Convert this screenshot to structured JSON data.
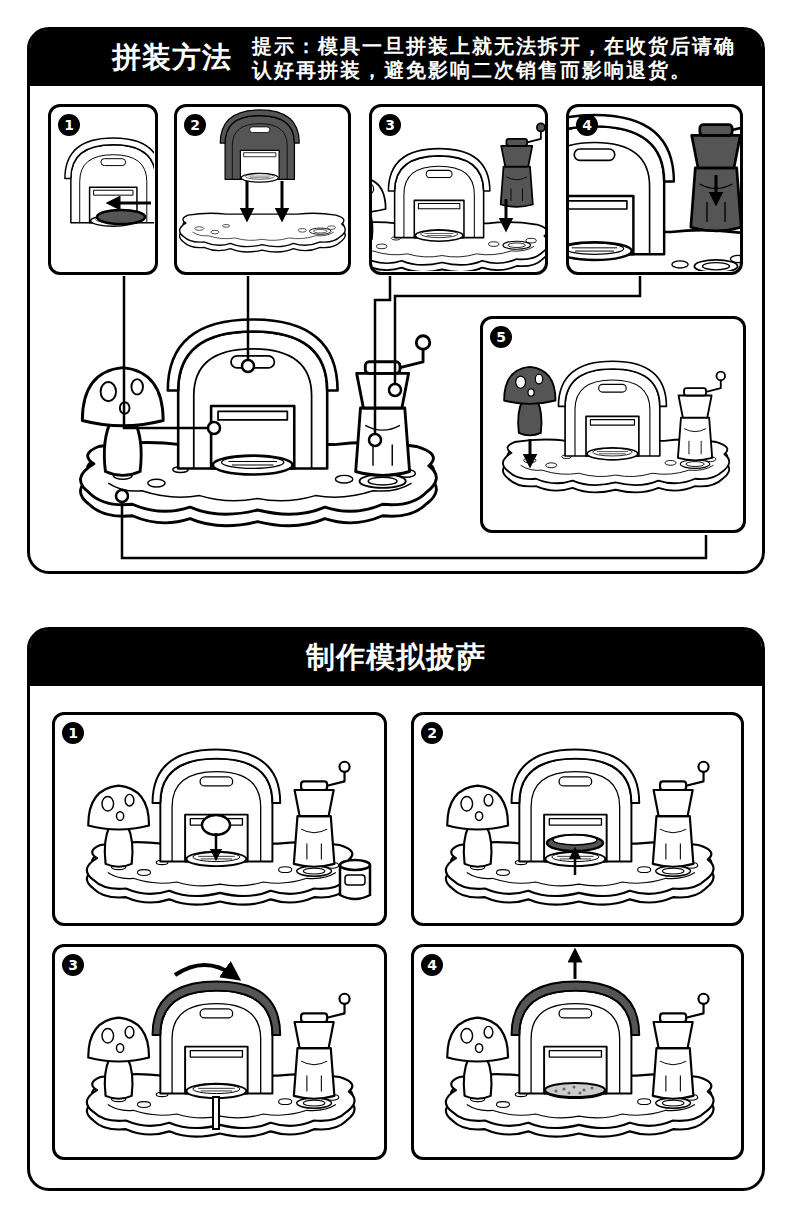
{
  "diagram": {
    "nodes": [
      {
        "text": [
          "拼装方法",
          "提示：模具一旦拼装上就无法拆开，在收货后请确认好再拼装，避免影响二次销售而影响退货。"
        ]
      },
      {
        "text": [
          "1"
        ],
        "in": 0
      },
      {
        "text": [
          "2"
        ],
        "in": 0
      },
      {
        "text": [
          "3"
        ],
        "in": 0
      },
      {
        "text": [
          "4"
        ],
        "in": 0
      },
      {
        "text": [
          "5"
        ],
        "in": 0
      },
      {
        "text": [
          "制作模拟披萨"
        ]
      },
      {
        "text": [
          "1"
        ],
        "in": 6
      },
      {
        "text": [
          "2"
        ],
        "in": 6
      },
      {
        "text": [
          "3"
        ],
        "in": 6
      },
      {
        "text": [
          "4"
        ],
        "in": 6
      }
    ]
  }
}
